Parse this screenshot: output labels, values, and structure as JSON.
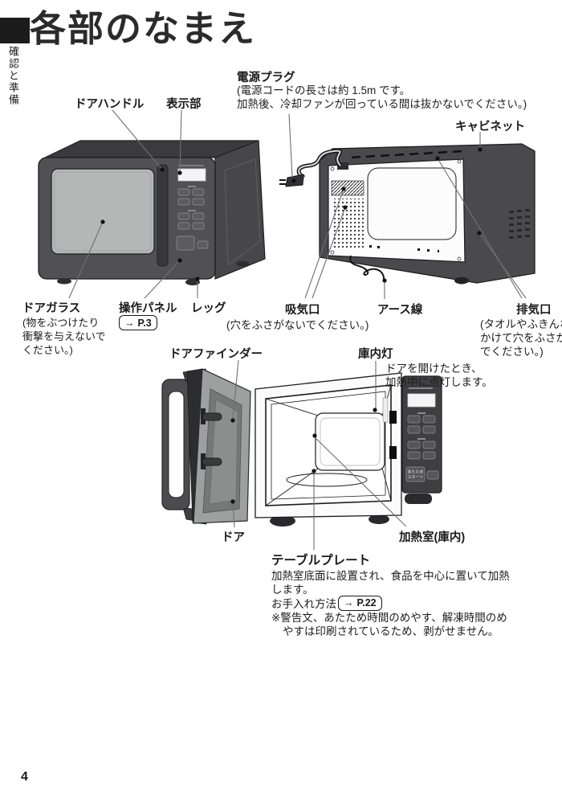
{
  "header": {
    "title": "各部のなまえ",
    "section_tab": "確認と準備"
  },
  "page_number": "4",
  "annotations": {
    "door_handle": {
      "label": "ドアハンドル"
    },
    "display_panel": {
      "label": "表示部"
    },
    "power_plug": {
      "label": "電源プラグ",
      "notes": [
        "(電源コードの長さは約 1.5m です。",
        "加熱後、冷却ファンが回っている間は抜かないでください。)"
      ]
    },
    "cabinet": {
      "label": "キャビネット"
    },
    "door_glass": {
      "label": "ドアガラス",
      "notes": [
        "(物をぶつけたり",
        "衝撃を与えないで",
        "ください。)"
      ]
    },
    "control_panel": {
      "label": "操作パネル",
      "arrow": "→",
      "page_ref": "P.3"
    },
    "leg": {
      "label": "レッグ"
    },
    "intake_vent": {
      "label": "吸気口",
      "notes": [
        "(穴をふさがないでください。)"
      ]
    },
    "earth_wire": {
      "label": "アース線"
    },
    "exhaust_vent": {
      "label": "排気口",
      "notes": [
        "(タオルやふきんなどを",
        "かけて穴をふさがない",
        "でください。)"
      ]
    },
    "door_finder": {
      "label": "ドアファインダー"
    },
    "interior_lamp": {
      "label": "庫内灯",
      "notes": [
        "ドアを開けたとき、",
        "加熱中に点灯します。"
      ]
    },
    "door": {
      "label": "ドア"
    },
    "heating_chamber": {
      "label": "加熱室(庫内)"
    },
    "table_plate": {
      "label": "テーブルプレート",
      "notes": [
        "加熱室底面に設置され、食品を中心に置いて加熱",
        "します。"
      ],
      "care_label": "お手入れ方法",
      "arrow": "→",
      "care_ref": "P.22",
      "warning": [
        "※警告文、あたため時間のめやす、解凍時間のめ",
        "やすは印刷されているため、剥がせません。"
      ]
    }
  },
  "microwave_panel": {
    "start_button_line1": "あたため",
    "start_button_line2": "スタート"
  },
  "colors": {
    "body": "#515153",
    "body_dark": "#47474a",
    "door_glass": "#b4b7b6",
    "display": "#f4f4f4",
    "callout_line": "#6f6f6f",
    "ink": "#1a1a1a"
  }
}
